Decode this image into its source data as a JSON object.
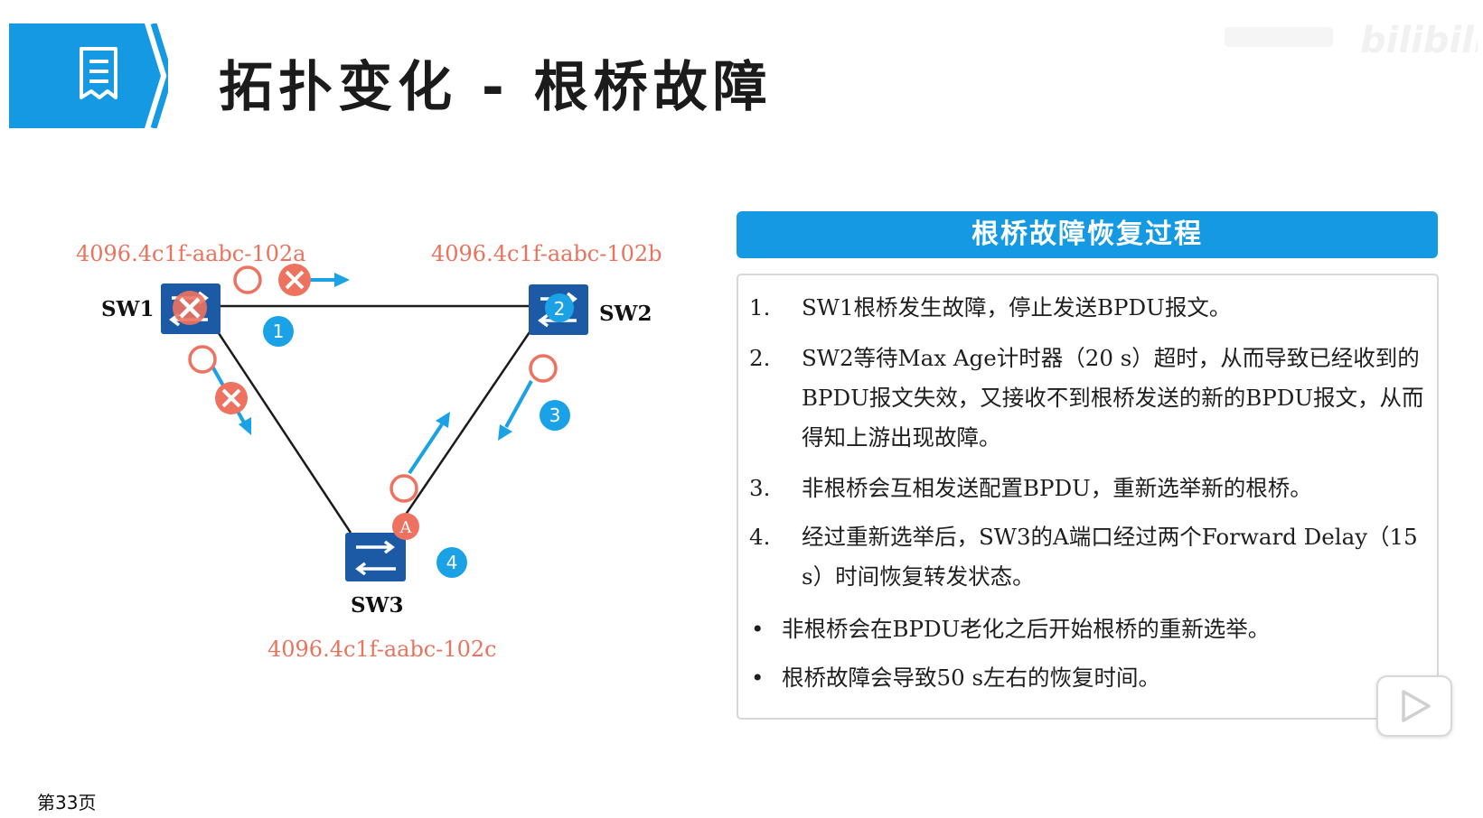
{
  "header": {
    "title": "拓扑变化 - 根桥故障",
    "icon": "document-list-icon",
    "accent_color": "#1599e2"
  },
  "watermark": {
    "text": "bilibili"
  },
  "diagram": {
    "switches": [
      {
        "name": "SW1",
        "mac": "4096.4c1f-aabc-102a",
        "status": "failed"
      },
      {
        "name": "SW2",
        "mac": "4096.4c1f-aabc-102b",
        "badge": "2"
      },
      {
        "name": "SW3",
        "mac": "4096.4c1f-aabc-102c",
        "port": "A"
      }
    ],
    "step_badges": [
      "1",
      "3",
      "4"
    ],
    "mac_color": "#e9735c",
    "bpdu_circle_color": "#ee7260",
    "arrow_color": "#1aa1e6"
  },
  "panel": {
    "title": "根桥故障恢复过程",
    "steps": [
      {
        "num": "1.",
        "text": "SW1根桥发生故障，停止发送BPDU报文。"
      },
      {
        "num": "2.",
        "text": "SW2等待Max Age计时器（20 s）超时，从而导致已经收到的BPDU报文失效，又接收不到根桥发送的新的BPDU报文，从而得知上游出现故障。"
      },
      {
        "num": "3.",
        "text": "非根桥会互相发送配置BPDU，重新选举新的根桥。"
      },
      {
        "num": "4.",
        "text": "经过重新选举后，SW3的A端口经过两个Forward Delay（15 s）时间恢复转发状态。"
      }
    ],
    "bullets": [
      "非根桥会在BPDU老化之后开始根桥的重新选举。",
      "根桥故障会导致50 s左右的恢复时间。"
    ]
  },
  "footer": {
    "page": "第33页"
  }
}
